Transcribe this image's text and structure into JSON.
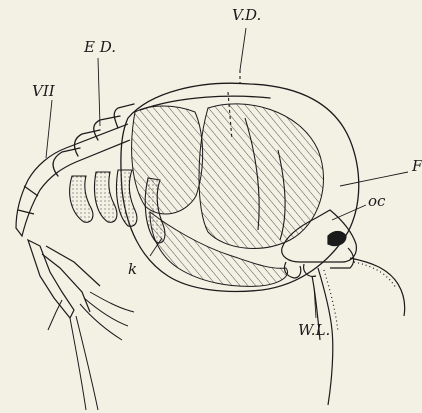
{
  "figure": {
    "labels": {
      "vii": "VII",
      "ed": "E D.",
      "vd": "V.D.",
      "f": "F",
      "oc": "oc",
      "k": "k",
      "wl": "W.L."
    },
    "colors": {
      "paper": "#f3f0e4",
      "ink": "#1b1b1b"
    }
  }
}
